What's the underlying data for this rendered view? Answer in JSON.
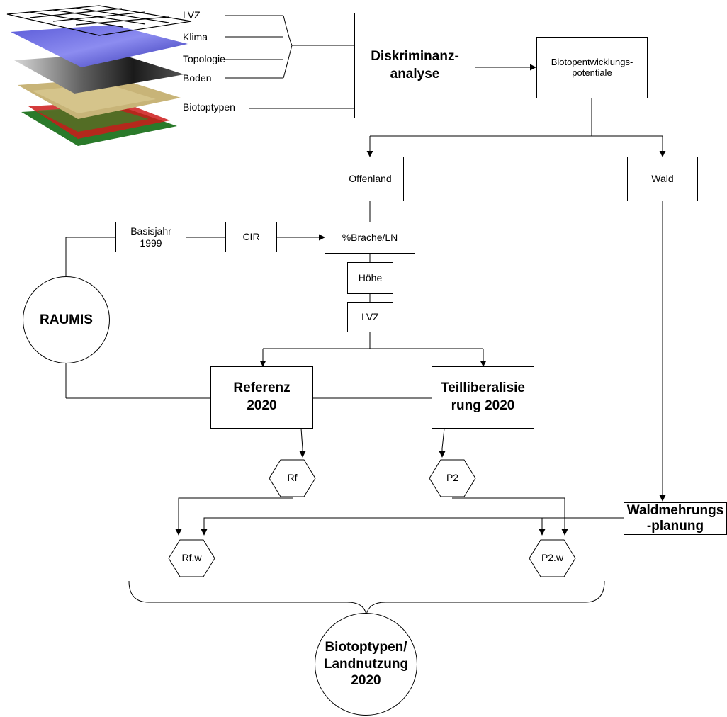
{
  "layers": [
    "LVZ",
    "Klima",
    "Topologie",
    "Boden",
    "Biotoptypen"
  ],
  "nodes": {
    "diskriminanz": "Diskriminanz-\nanalyse",
    "biotopentwicklung": "Biotopentwicklungs-\npotentiale",
    "offenland": "Offenland",
    "wald": "Wald",
    "basisjahr": "Basisjahr\n1999",
    "cir": "CIR",
    "brache": "%Brache/LN",
    "hoehe": "Höhe",
    "lvz": "LVZ",
    "raumis": "RAUMIS",
    "referenz": "Referenz\n2020",
    "teilliberalisierung": "Teilliberalisie\nrung 2020",
    "waldmehrung": "Waldmehrungs\n-planung",
    "result": "Biotoptypen/\nLandnutzung\n2020"
  },
  "hexagons": {
    "rf": "Rf",
    "p2": "P2",
    "rfw": "Rf.w",
    "p2w": "P2.w"
  },
  "colors": {
    "stroke": "#000000",
    "layer_blue": "#3a3ac8",
    "layer_green": "#2a7a2a",
    "layer_red": "#cc1a1a",
    "layer_tan": "#c8b478"
  }
}
